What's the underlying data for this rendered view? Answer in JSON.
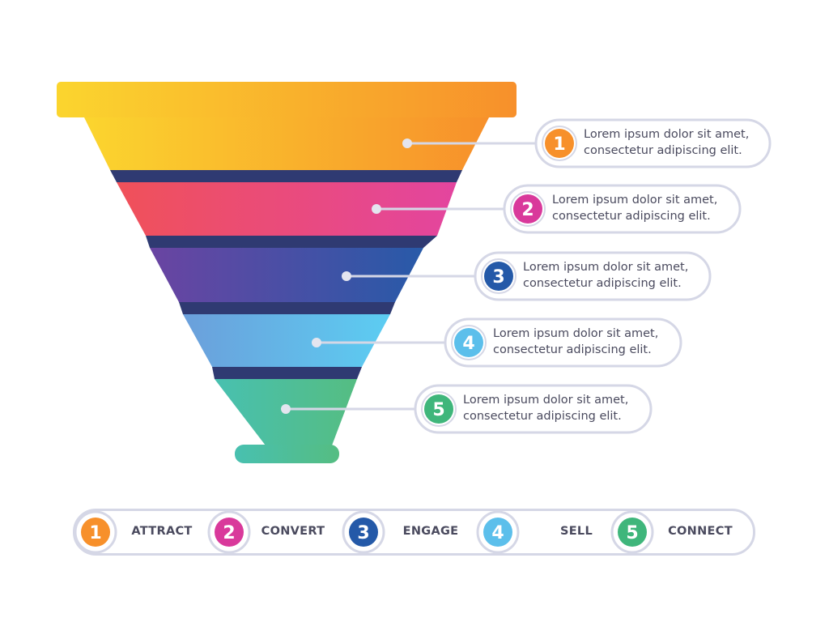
{
  "funnel": {
    "stages": [
      {
        "number": "1",
        "color": "#f7902b",
        "gradient": [
          "#fbd52e",
          "#f7902b"
        ],
        "description": "Lorem ipsum dolor sit amet,\nconsectetur adipiscing elit."
      },
      {
        "number": "2",
        "color": "#d9399b",
        "gradient": [
          "#f05159",
          "#e3459f"
        ],
        "description": "Lorem ipsum dolor sit amet,\nconsectetur adipiscing elit."
      },
      {
        "number": "3",
        "color": "#2459a8",
        "gradient": [
          "#6a44a2",
          "#285aa8"
        ],
        "description": "Lorem ipsum dolor sit amet,\nconsectetur adipiscing elit."
      },
      {
        "number": "4",
        "color": "#5cbfeb",
        "gradient": [
          "#6b9fdb",
          "#5ccdf2"
        ],
        "description": "Lorem ipsum dolor sit amet,\nconsectetur adipiscing elit."
      },
      {
        "number": "5",
        "color": "#3fb67b",
        "gradient": [
          "#48c0b0",
          "#55bd82"
        ],
        "description": "Lorem ipsum dolor sit amet,\nconsectetur adipiscing elit."
      }
    ],
    "shadow_color": "#2f3a72",
    "outline_color": "#d5d7e6"
  },
  "legend": {
    "items": [
      {
        "number": "1",
        "label": "ATTRACT",
        "color": "#f7902b"
      },
      {
        "number": "2",
        "label": "CONVERT",
        "color": "#d9399b"
      },
      {
        "number": "3",
        "label": "ENGAGE",
        "color": "#2459a8"
      },
      {
        "number": "4",
        "label": "SELL",
        "color": "#5cbfeb"
      },
      {
        "number": "5",
        "label": "CONNECT",
        "color": "#3fb67b"
      }
    ]
  }
}
